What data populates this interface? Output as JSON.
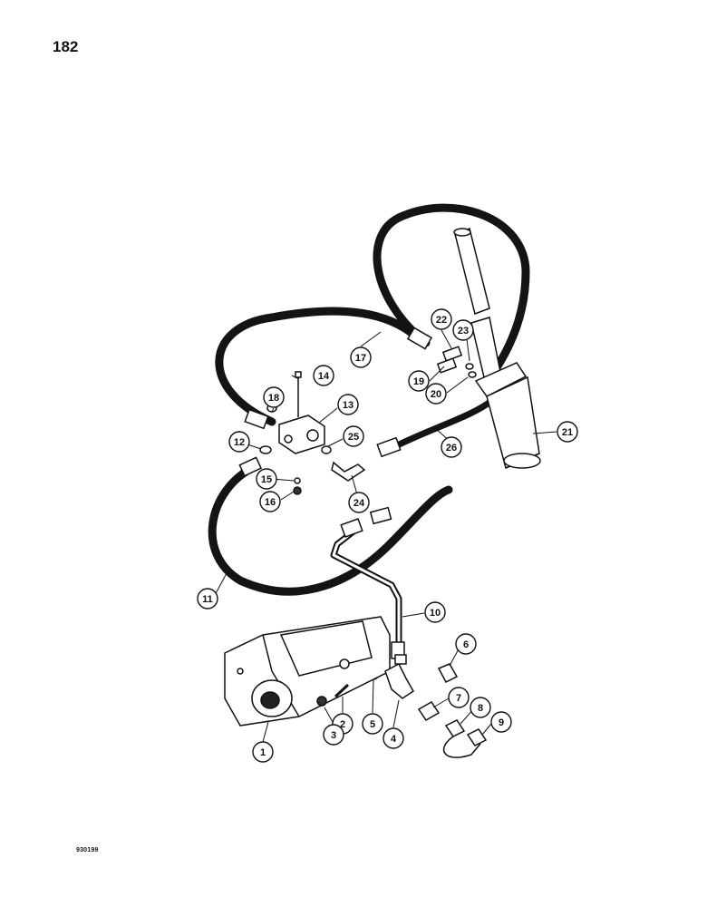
{
  "page_number": "182",
  "figure_code": "930199",
  "callouts": [
    {
      "label": "1"
    },
    {
      "label": "2"
    },
    {
      "label": "3"
    },
    {
      "label": "4"
    },
    {
      "label": "5"
    },
    {
      "label": "6"
    },
    {
      "label": "7"
    },
    {
      "label": "8"
    },
    {
      "label": "9"
    },
    {
      "label": "10"
    },
    {
      "label": "11"
    },
    {
      "label": "12"
    },
    {
      "label": "13"
    },
    {
      "label": "14"
    },
    {
      "label": "15"
    },
    {
      "label": "16"
    },
    {
      "label": "17"
    },
    {
      "label": "18"
    },
    {
      "label": "19"
    },
    {
      "label": "20"
    },
    {
      "label": "21"
    },
    {
      "label": "22"
    },
    {
      "label": "23"
    },
    {
      "label": "24"
    },
    {
      "label": "25"
    },
    {
      "label": "26"
    }
  ],
  "colors": {
    "ink": "#111111",
    "hose": "#141414",
    "background": "#ffffff"
  }
}
